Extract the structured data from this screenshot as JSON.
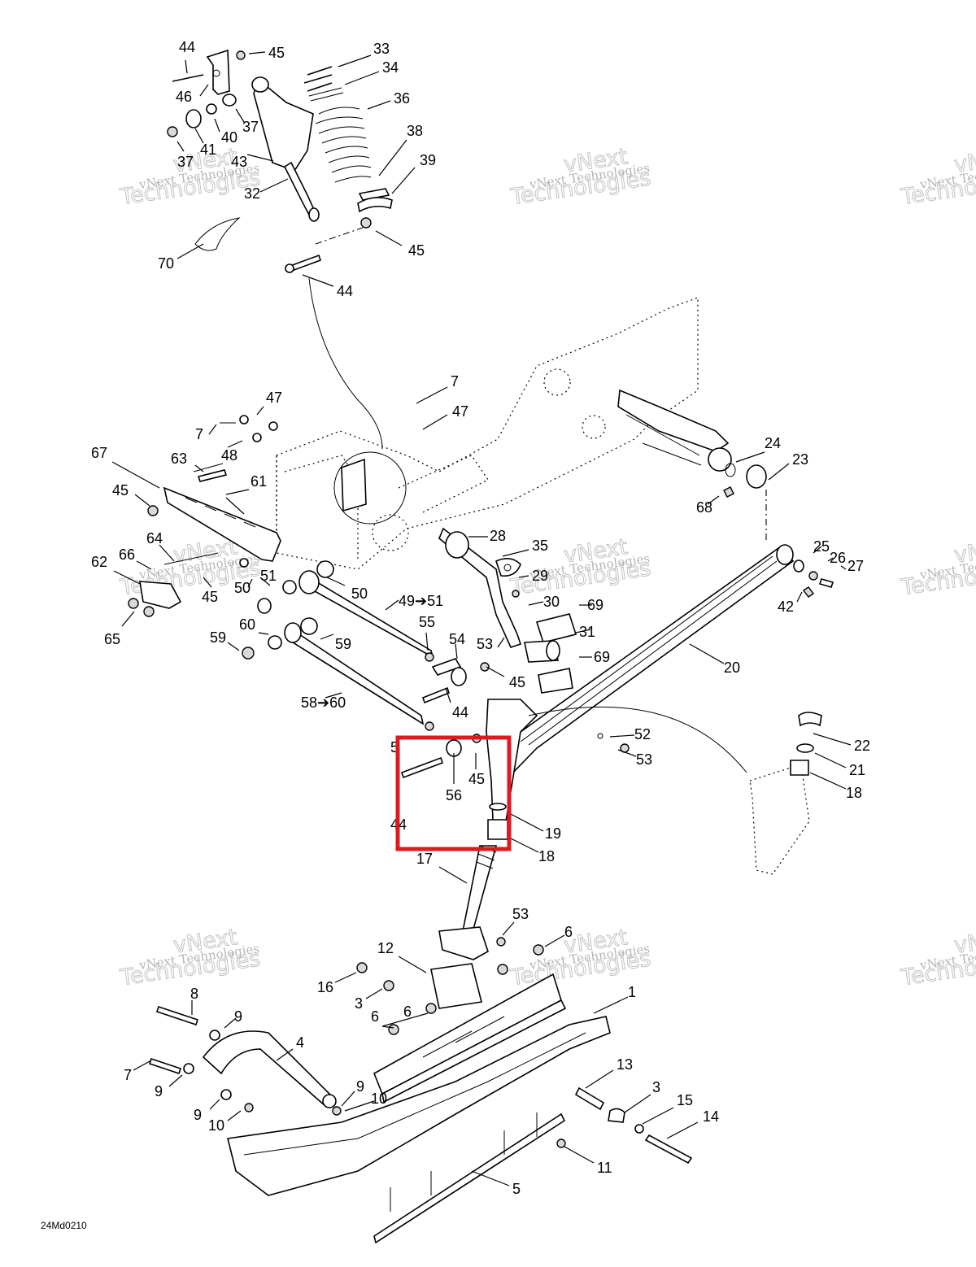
{
  "figure_id": "24Md0210",
  "watermark": {
    "line1": "vNext Technologies",
    "line2": "vNext",
    "line3": "Technologies"
  },
  "highlight_color": "#e0191f",
  "callouts": [
    "44",
    "45",
    "33",
    "34",
    "46",
    "36",
    "37",
    "40",
    "38",
    "43",
    "37",
    "41",
    "39",
    "32",
    "70",
    "45",
    "44",
    "7",
    "47",
    "7",
    "47",
    "48",
    "67",
    "63",
    "61",
    "24",
    "23",
    "45",
    "68",
    "28",
    "35",
    "64",
    "66",
    "51",
    "62",
    "50",
    "29",
    "50",
    "45",
    "25",
    "26",
    "27",
    "42",
    "49➔51",
    "30",
    "69",
    "65",
    "60",
    "55",
    "54",
    "53",
    "31",
    "59",
    "59",
    "45",
    "69",
    "20",
    "44",
    "58➔60",
    "52",
    "22",
    "5",
    "45",
    "56",
    "53",
    "21",
    "18",
    "44",
    "19",
    "18",
    "17",
    "53",
    "6",
    "12",
    "6",
    "16",
    "8",
    "3",
    "1",
    "9",
    "6",
    "4",
    "13",
    "7",
    "9",
    "3",
    "15",
    "9",
    "10",
    "14",
    "9",
    "10",
    "11",
    "5"
  ]
}
